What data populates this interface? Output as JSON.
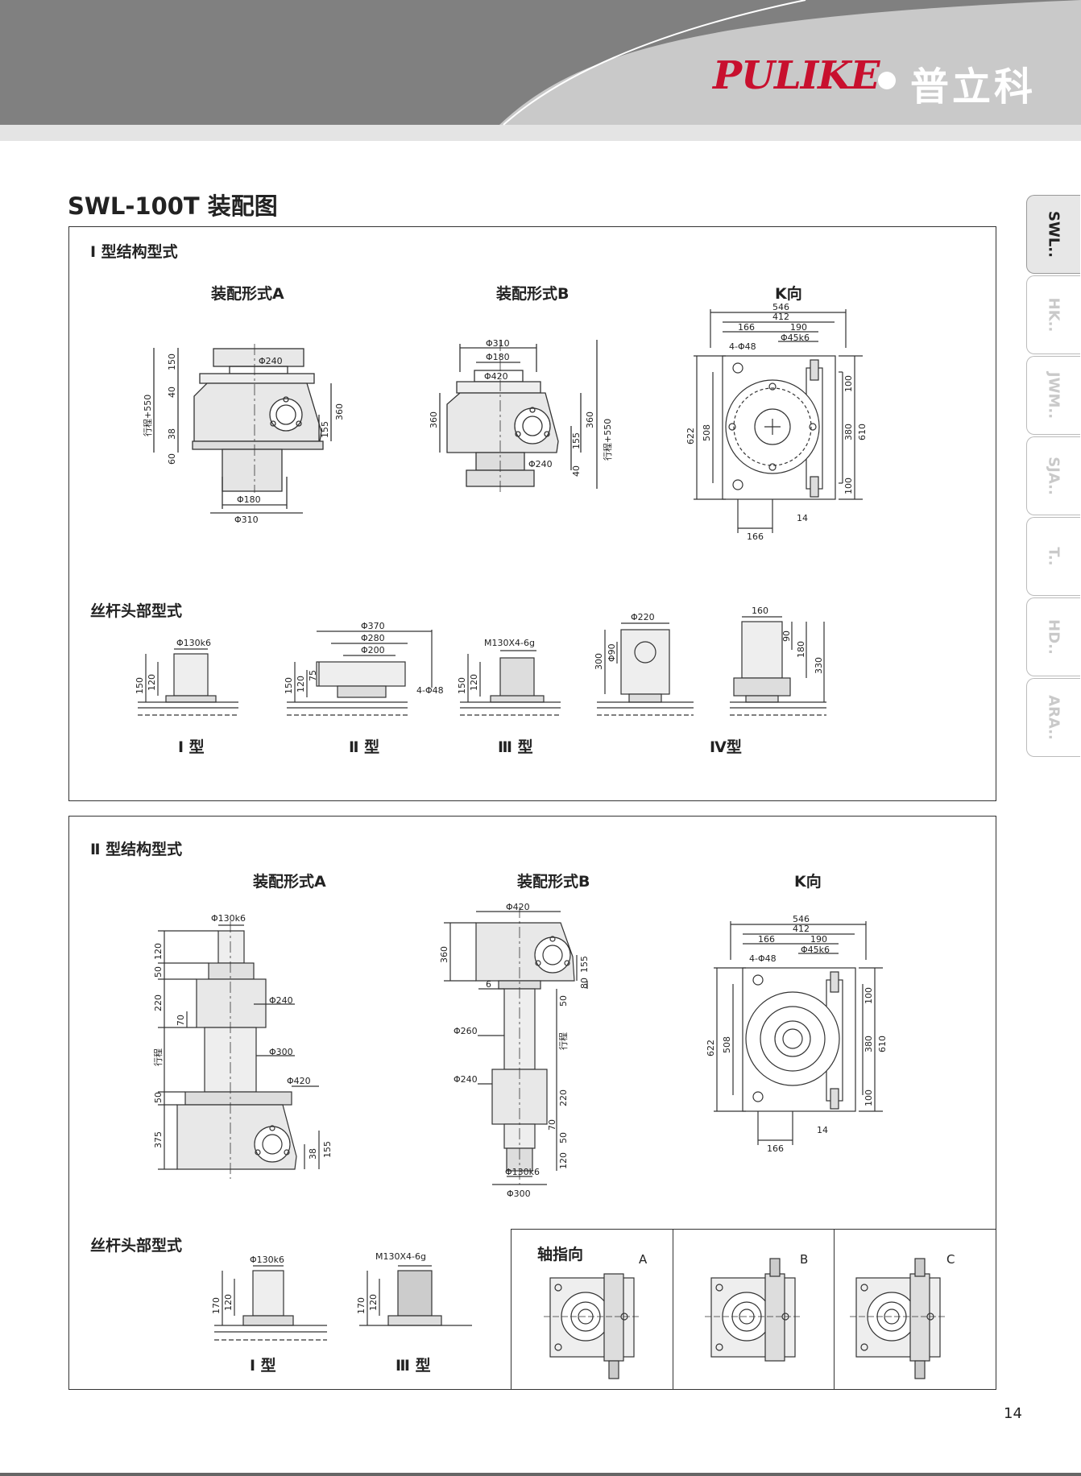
{
  "brand": {
    "name_en": "PULIKE",
    "name_cn": "普立科"
  },
  "page_title": "SWL-100T 装配图",
  "side_tabs": [
    {
      "label": "SWL..",
      "active": true
    },
    {
      "label": "HK..",
      "active": false
    },
    {
      "label": "JWM..",
      "active": false
    },
    {
      "label": "SJA..",
      "active": false
    },
    {
      "label": "T..",
      "active": false
    },
    {
      "label": "HD..",
      "active": false
    },
    {
      "label": "ARA..",
      "active": false
    }
  ],
  "section1": {
    "title": "Ⅰ 型结构型式",
    "view_a": {
      "label": "装配形式A",
      "dims": {
        "d1": "150",
        "d2": "40",
        "d3": "38",
        "d4": "60",
        "d5": "360",
        "d6": "155",
        "stroke": "行程+550",
        "phi240": "Φ240",
        "phi180": "Φ180",
        "phi310": "Φ310"
      }
    },
    "view_b": {
      "label": "装配形式B",
      "dims": {
        "phi310": "Φ310",
        "phi180": "Φ180",
        "phi420": "Φ420",
        "h360": "360",
        "r360": "360",
        "r155": "155",
        "r40": "40",
        "phi240": "Φ240",
        "stroke": "行程+550"
      }
    },
    "view_k": {
      "label": "K向",
      "dims": {
        "w546": "546",
        "w412": "412",
        "w166": "166",
        "w190": "190",
        "shaft": "Φ45k6",
        "holes": "4-Φ48",
        "h622": "622",
        "h508": "508",
        "r100a": "100",
        "r380": "380",
        "r610": "610",
        "r100b": "100",
        "b166": "166",
        "b14": "14"
      }
    },
    "screw_heads": {
      "label": "丝杆头部型式",
      "type1": {
        "caption": "Ⅰ 型",
        "phi": "Φ130k6",
        "h150": "150",
        "h120": "120"
      },
      "type2": {
        "caption": "Ⅱ 型",
        "phi370": "Φ370",
        "phi280": "Φ280",
        "phi200": "Φ200",
        "holes": "4-Φ48",
        "h150": "150",
        "h120": "120",
        "h75": "75"
      },
      "type3": {
        "caption": "Ⅲ 型",
        "thread": "M130X4-6g",
        "h150": "150",
        "h120": "120"
      },
      "type4": {
        "caption": "Ⅳ型",
        "phi220": "Φ220",
        "phi90": "Φ90",
        "h300": "300",
        "w160": "160",
        "h90": "90",
        "h180": "180",
        "h330": "330"
      }
    }
  },
  "section2": {
    "title": "Ⅱ 型结构型式",
    "view_a": {
      "label": "装配形式A",
      "dims": {
        "phi130": "Φ130k6",
        "h120": "120",
        "h50a": "50",
        "h220": "220",
        "h70": "70",
        "stroke": "行程",
        "h50b": "50",
        "h375": "375",
        "phi240": "Φ240",
        "phi300": "Φ300",
        "phi420": "Φ420",
        "r38": "38",
        "r155": "155"
      }
    },
    "view_b": {
      "label": "装配形式B",
      "dims": {
        "phi420": "Φ420",
        "h360": "360",
        "r155": "155",
        "r80": "80",
        "d6": "6",
        "r50a": "50",
        "phi260": "Φ260",
        "stroke": "行程",
        "phi240": "Φ240",
        "r220": "220",
        "r70": "70",
        "r50b": "50",
        "r120": "120",
        "phi130": "Φ130k6",
        "phi300": "Φ300"
      }
    },
    "view_k": {
      "label": "K向",
      "dims": {
        "w546": "546",
        "w412": "412",
        "w166": "166",
        "w190": "190",
        "shaft": "Φ45k6",
        "holes": "4-Φ48",
        "h622": "622",
        "h508": "508",
        "r100a": "100",
        "r380": "380",
        "r610": "610",
        "r100b": "100",
        "b166": "166",
        "b14": "14"
      }
    },
    "screw_heads": {
      "label": "丝杆头部型式",
      "type1": {
        "caption": "Ⅰ 型",
        "phi": "Φ130k6",
        "h170": "170",
        "h120": "120"
      },
      "type3": {
        "caption": "Ⅲ 型",
        "thread": "M130X4-6g",
        "h170": "170",
        "h120": "120"
      }
    },
    "shaft_direction": {
      "label": "轴指向",
      "a": "A",
      "b": "B",
      "c": "C"
    }
  },
  "page_number": "14"
}
